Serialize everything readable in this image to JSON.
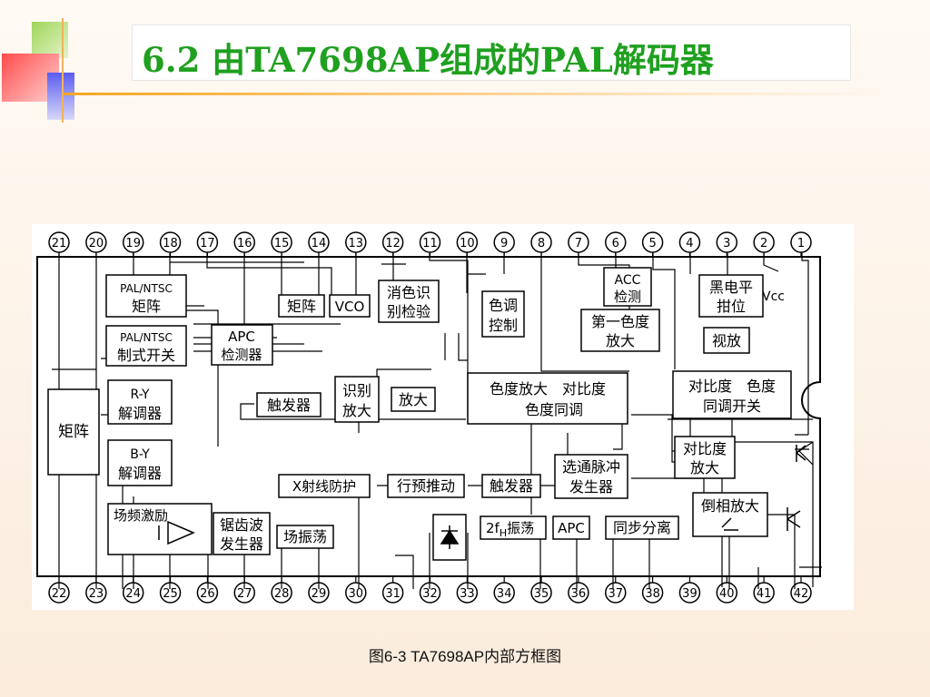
{
  "title": "6.2  由TA7698AP组成的PAL解码器",
  "caption": "图6-3  TA7698AP内部方框图",
  "colors": {
    "title": "#1fa01f",
    "deco_red": "#e23b3b",
    "deco_green": "#8cc63f",
    "deco_blue": "#3b3be0",
    "deco_orange": "#f5a623"
  },
  "pins": {
    "top": [
      "21",
      "20",
      "19",
      "18",
      "17",
      "16",
      "15",
      "14",
      "13",
      "12",
      "11",
      "10",
      "9",
      "8",
      "7",
      "6",
      "5",
      "4",
      "3",
      "2",
      "1"
    ],
    "bottom": [
      "22",
      "23",
      "24",
      "25",
      "26",
      "27",
      "28",
      "29",
      "30",
      "31",
      "32",
      "33",
      "34",
      "35",
      "36",
      "37",
      "38",
      "39",
      "40",
      "41",
      "42"
    ]
  },
  "vcc": "Vcc",
  "blocks": {
    "pal_ntsc_matrix": [
      "PAL/NTSC",
      "矩阵"
    ],
    "pal_ntsc_switch": [
      "PAL/NTSC",
      "制式开关"
    ],
    "apc_detector": [
      "APC",
      "检测器"
    ],
    "matrix_small": "矩阵",
    "vco": "VCO",
    "color_kill_detect": [
      "消色识",
      "别检验"
    ],
    "hue_control": [
      "色调",
      "控制"
    ],
    "acc_detect": [
      "ACC",
      "检测"
    ],
    "black_level_clamp": [
      "黑电平",
      "拑位"
    ],
    "first_chroma_amp": [
      "第一色度",
      "放大"
    ],
    "video_amp": "视放",
    "ry_demod": [
      "R-Y",
      "解调器"
    ],
    "by_demod": [
      "B-Y",
      "解调器"
    ],
    "matrix_big": "矩阵",
    "trigger_1": "触发器",
    "ident_amp": [
      "识别",
      "放大"
    ],
    "amp": "放大",
    "chroma_amp_contrast": [
      "色度放大　对比度",
      "色度同调"
    ],
    "contrast_chroma_switch": [
      "对比度　色度",
      "同调开关"
    ],
    "contrast_amp": [
      "对比度",
      "放大"
    ],
    "gate_pulse_gen": [
      "选通脉冲",
      "发生器"
    ],
    "xray_protect": "X射线防护",
    "line_predrive": "行预推动",
    "trigger_2": "触发器",
    "phase_inv_amp": "倒相放大",
    "field_drive": "场频激励",
    "sawtooth_gen": [
      "锯齿波",
      "发生器"
    ],
    "field_osc": "场振荡",
    "osc_2fh_pre": "2f",
    "osc_2fh_sub": "H",
    "osc_2fh_post": "振荡",
    "apc_2": "APC",
    "sync_sep": "同步分离"
  }
}
